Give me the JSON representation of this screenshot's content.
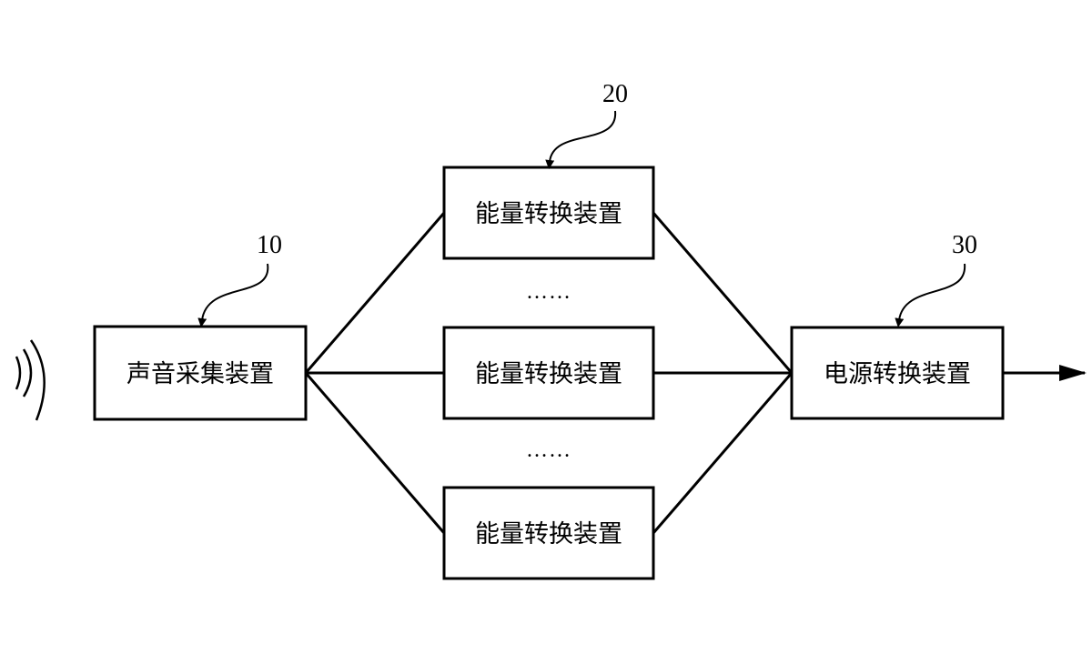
{
  "diagram": {
    "nodes": {
      "sound_collector": {
        "label": "声音采集装置",
        "ref": "10"
      },
      "energy_converters": [
        {
          "label": "能量转换装置"
        },
        {
          "label": "能量转换装置"
        },
        {
          "label": "能量转换装置"
        }
      ],
      "energy_converter_ref": "20",
      "power_converter": {
        "label": "电源转换装置",
        "ref": "30"
      }
    },
    "ellipsis": [
      "……",
      "……"
    ],
    "colors": {
      "line": "#000000",
      "background": "#ffffff"
    },
    "icons": {
      "sound_waves": "sound-wave-icon",
      "output": "output-arrow-icon"
    }
  }
}
